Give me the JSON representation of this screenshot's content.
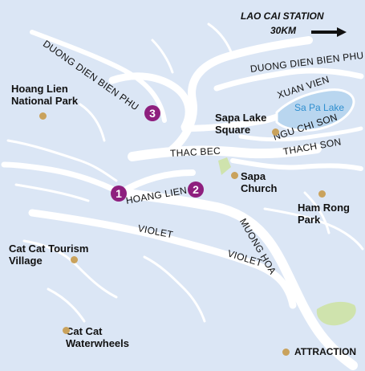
{
  "colors": {
    "land": "#dbe6f5",
    "road": "#ffffff",
    "lake": "#b9d6ef",
    "lake_text": "#2f8fcf",
    "park": "#cfe3ad",
    "marker": "#8e1f7e",
    "attraction_dot": "#c9a25c"
  },
  "station": {
    "name": "LAO CAI STATION",
    "distance": "30KM",
    "arrow_icon": "arrow-right-icon"
  },
  "streets": {
    "duong_dien_bien_phu_west": "DUONG DIEN BIEN PHU",
    "duong_dien_bien_phu_east": "DUONG DIEN BIEN PHU",
    "xuan_vien": "XUAN VIEN",
    "ngu_chi_son": "NGU CHI SON",
    "thach_son": "THACH SON",
    "thac_bac": "THAC BEC",
    "hoang_lien": "HOANG LIEN",
    "muong_hoa": "MUONG HOA",
    "violet_west": "VIOLET",
    "violet_east": "VIOLET"
  },
  "lake": {
    "name": "Sa Pa Lake"
  },
  "attractions": [
    {
      "name": "Hoang Lien National Park",
      "lines": [
        "Hoang Lien",
        "National Park"
      ]
    },
    {
      "name": "Sapa Lake Square",
      "lines": [
        "Sapa Lake",
        "Square"
      ]
    },
    {
      "name": "Sapa Church",
      "lines": [
        "Sapa",
        "Church"
      ]
    },
    {
      "name": "Ham Rong Park",
      "lines": [
        "Ham Rong",
        "Park"
      ]
    },
    {
      "name": "Cat Cat Tourism Village",
      "lines": [
        "Cat Cat Tourism",
        "Village"
      ]
    },
    {
      "name": "Cat Cat Waterwheels",
      "lines": [
        "Cat Cat",
        "Waterwheels"
      ]
    }
  ],
  "markers": [
    "1",
    "2",
    "3"
  ],
  "legend": {
    "label": "ATTRACTION"
  }
}
